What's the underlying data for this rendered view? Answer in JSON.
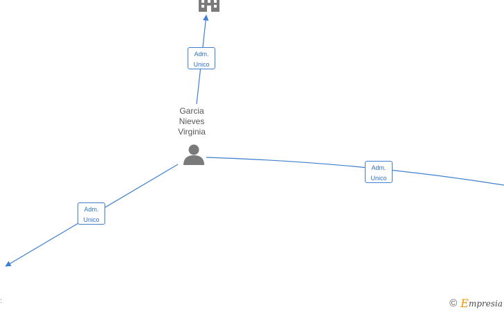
{
  "person": {
    "name_lines": [
      "Garcia",
      "Nieves",
      "Virginia"
    ],
    "icon": "person-icon"
  },
  "company_icon": "building-icon",
  "relations": [
    {
      "line1": "Adm.",
      "line2": "Unico"
    },
    {
      "line1": "Adm.",
      "line2": "Unico"
    },
    {
      "line1": "Adm.",
      "line2": "Unico"
    }
  ],
  "colors": {
    "edge": "#3d7fd0",
    "node_icon": "#7a7a7a",
    "brand_accent": "#f29400"
  },
  "footer": {
    "copyright_symbol": "©",
    "brand_initial": "E",
    "brand_rest": "mpresia",
    "stray_mark": ":"
  }
}
